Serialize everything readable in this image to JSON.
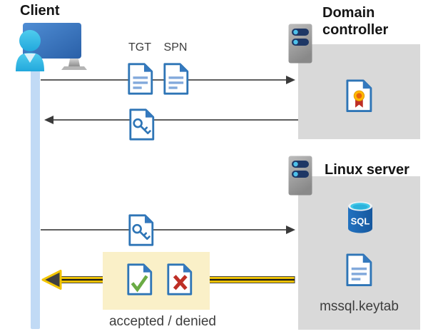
{
  "diagram": {
    "client": {
      "label": "Client"
    },
    "domain_controller": {
      "label": "Domain controller"
    },
    "linux_server": {
      "label": "Linux server"
    },
    "tgt_label": "TGT",
    "spn_label": "SPN",
    "sql_label": "SQL",
    "keytab_label": "mssql.keytab",
    "result_label": "accepted / denied"
  },
  "flows": [
    {
      "from": "client",
      "to": "domain-controller",
      "items": [
        "TGT",
        "SPN"
      ],
      "direction": "right",
      "highlighted": false
    },
    {
      "from": "domain-controller",
      "to": "client",
      "items": [
        "key-ticket"
      ],
      "direction": "left",
      "highlighted": false
    },
    {
      "from": "client",
      "to": "linux-server",
      "items": [
        "key-ticket"
      ],
      "direction": "right",
      "highlighted": false
    },
    {
      "from": "linux-server",
      "to": "client",
      "items": [
        "accepted-document",
        "denied-document"
      ],
      "direction": "left",
      "highlighted": true
    }
  ],
  "icons": [
    "client-workstation-icon",
    "server-icon",
    "ticket-document-icon",
    "key-document-icon",
    "certificate-document-icon",
    "sql-database-icon",
    "accepted-document-icon",
    "denied-document-icon",
    "keytab-document-icon"
  ],
  "colors": {
    "panel_gray": "#d9d9d9",
    "highlight_yellow": "#faf0c8",
    "doc_blue": "#2e75b6",
    "doc_line_blue": "#82a9db",
    "accept_green": "#6aab44",
    "deny_red": "#be2f26",
    "arrow_gray": "#474747",
    "arrow_yellow": "#f2c500",
    "lifeline_blue": "#c1daf5",
    "server_navy": "#1e3765",
    "server_dot_cyan": "#4ec1ea",
    "sql_body_blue": "#1b65b2",
    "sql_top_cyan": "#41c8e8",
    "cert_gold": "#ffb900"
  }
}
